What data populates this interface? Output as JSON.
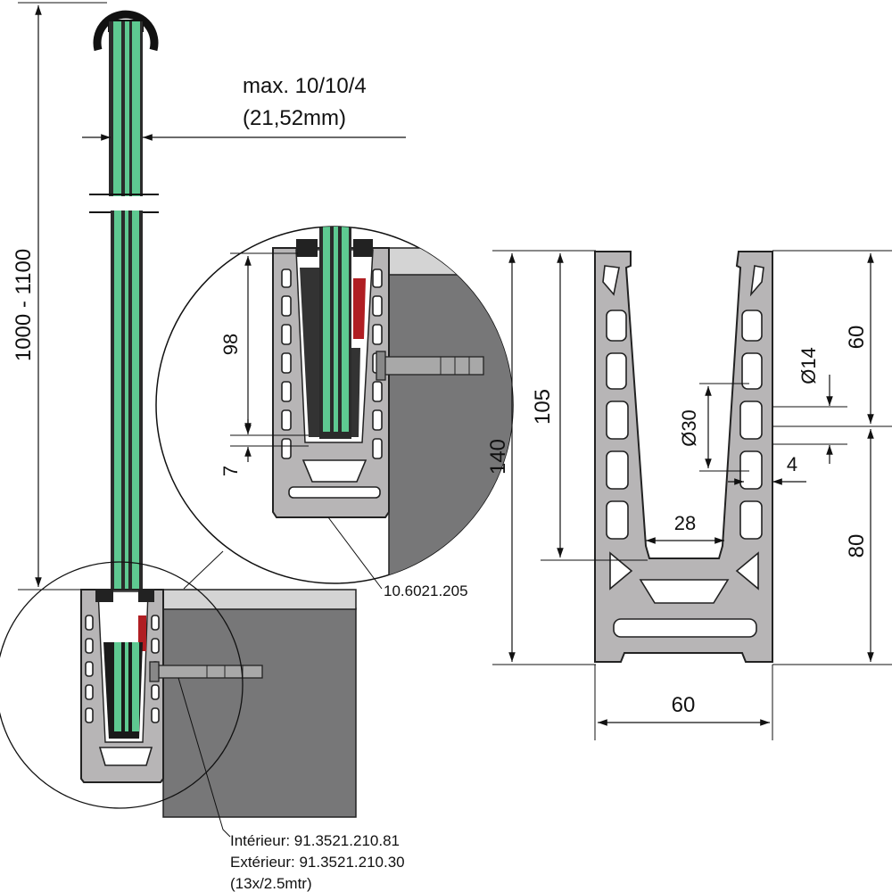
{
  "glass_spec": {
    "line1": "max. 10/10/4",
    "line2": "(21,52mm)"
  },
  "dimensions": {
    "height_range": "1000 - 1100",
    "detail_98": "98",
    "detail_7": "7",
    "profile_140": "140",
    "profile_105": "105",
    "profile_60_top": "60",
    "profile_80": "80",
    "profile_d14": "Ø14",
    "profile_d30": "Ø30",
    "profile_4": "4",
    "profile_28": "28",
    "profile_width_60": "60"
  },
  "parts": {
    "profile_code": "10.6021.205",
    "anchor_interior": "Intérieur: 91.3521.210.81",
    "anchor_exterior": "Extérieur: 91.3521.210.30",
    "anchor_qty": "(13x/2.5mtr)"
  },
  "colors": {
    "glass": "#5ec991",
    "gasket_red": "#b01e23",
    "profile": "#b7b5b6",
    "concrete": "#777778"
  }
}
